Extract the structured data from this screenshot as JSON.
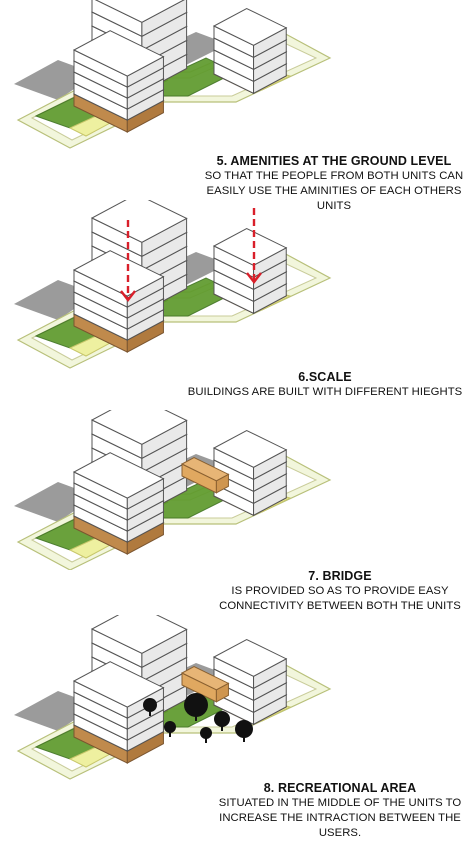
{
  "steps": [
    {
      "title": "5. AMENITIES AT THE GROUND LEVEL",
      "body": [
        "SO THAT THE PEOPLE FROM BOTH UNITS CAN",
        "EASILY USE THE AMINITIES OF EACH OTHERS",
        "UNITS"
      ]
    },
    {
      "title": "6.SCALE",
      "body": [
        "BUILDINGS ARE BUILT WITH DIFFERENT HIEGHTS"
      ]
    },
    {
      "title": "7. BRIDGE",
      "body": [
        "IS PROVIDED SO AS TO PROVIDE EASY",
        "CONNECTIVITY  BETWEEN BOTH THE UNITS"
      ]
    },
    {
      "title": "8. RECREATIONAL AREA",
      "body": [
        "SITUATED IN THE MIDDLE OF THE UNITS TO",
        "INCREASE THE INTRACTION BETWEEN THE",
        "USERS."
      ]
    }
  ],
  "colors": {
    "site_base": "#f2f6dc",
    "site_edge": "#b8c07a",
    "green_ground": "#5e9a2c",
    "green_dark": "#3f7420",
    "podium": "#c9955a",
    "building_face": "#ffffff",
    "building_side": "#e9e9e9",
    "building_line": "#555555",
    "shadow": "#8a8a8a",
    "arrow": "#d91f2a",
    "bridge": "#e7b576",
    "tree": "#111111"
  }
}
